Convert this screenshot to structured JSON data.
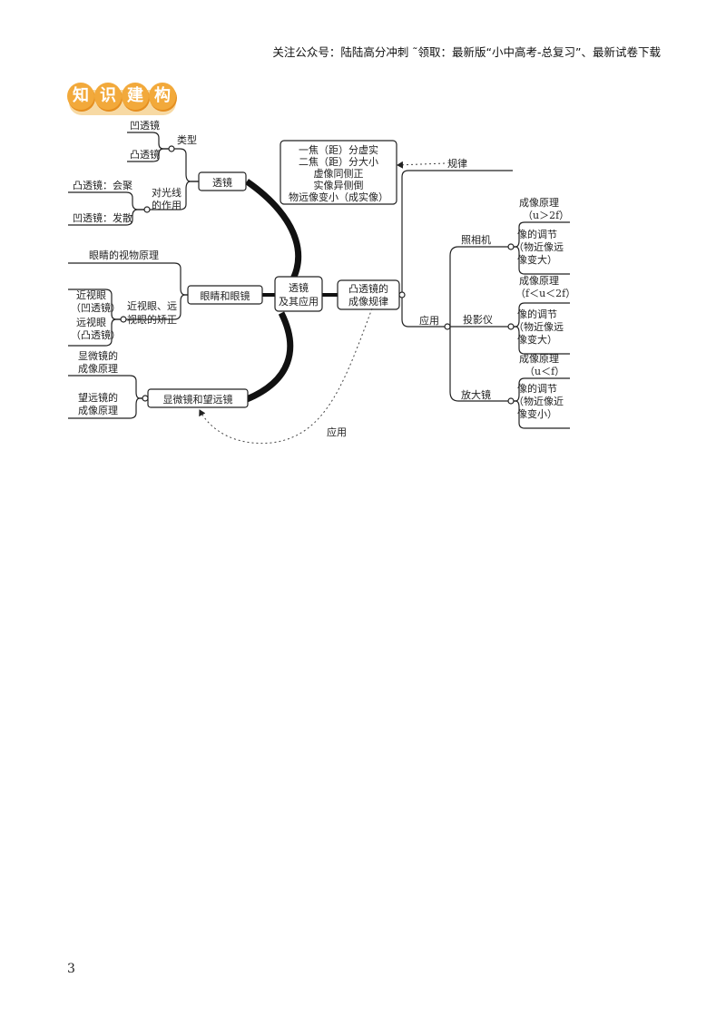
{
  "header": {
    "text": "关注公众号：陆陆高分冲刺 ˜领取：最新版“小中高考-总复习”、最新试卷下载"
  },
  "section_badge": {
    "chars": [
      "知",
      "识",
      "建",
      "构"
    ],
    "colors": {
      "circle": "#f2a93b",
      "band": "#f7d9a3"
    }
  },
  "mindmap": {
    "center": {
      "line1": "透镜",
      "line2": "及其应用"
    },
    "lens": {
      "label": "透镜",
      "types_label": "类型",
      "concave": "凹透镜",
      "convex": "凸透镜",
      "light_effect": [
        "对光线",
        "的作用"
      ],
      "convex_effect": "凸透镜：会聚",
      "concave_effect": "凹透镜：发散"
    },
    "eye": {
      "label": "眼睛和眼镜",
      "principle": "眼睛的视物原理",
      "correction": [
        "近视眼、远",
        "视眼的矫正"
      ],
      "myopia": [
        "近视眼",
        "（凹透镜）"
      ],
      "hyperopia": [
        "远视眼",
        "（凸透镜）"
      ]
    },
    "instruments": {
      "label": "显微镜和望远镜",
      "microscope": [
        "显微镜的",
        "成像原理"
      ],
      "telescope": [
        "望远镜的",
        "成像原理"
      ]
    },
    "convex_rule": {
      "label": [
        "凸透镜的",
        "成像规律"
      ],
      "law_label": "规律",
      "rules": [
        "一焦（距）分虚实",
        "二焦（距）分大小",
        "虚像同侧正",
        "实像异侧倒",
        "物远像变小（成实像）"
      ],
      "application_label": "应用",
      "dashed_label": "应用"
    },
    "applications": [
      {
        "name": "照相机",
        "principle": [
          "成像原理",
          "（u＞2f）"
        ],
        "adjust": [
          "像的调节",
          "（物近像远",
          "像变大）"
        ]
      },
      {
        "name": "投影仪",
        "principle": [
          "成像原理",
          "（f＜u＜2f）"
        ],
        "adjust": [
          "像的调节",
          "（物近像远",
          "像变大）"
        ]
      },
      {
        "name": "放大镜",
        "principle": [
          "成像原理",
          "（u＜f）"
        ],
        "adjust": [
          "像的调节",
          "（物近像近",
          "像变小）"
        ]
      }
    ]
  },
  "page_number": "3"
}
